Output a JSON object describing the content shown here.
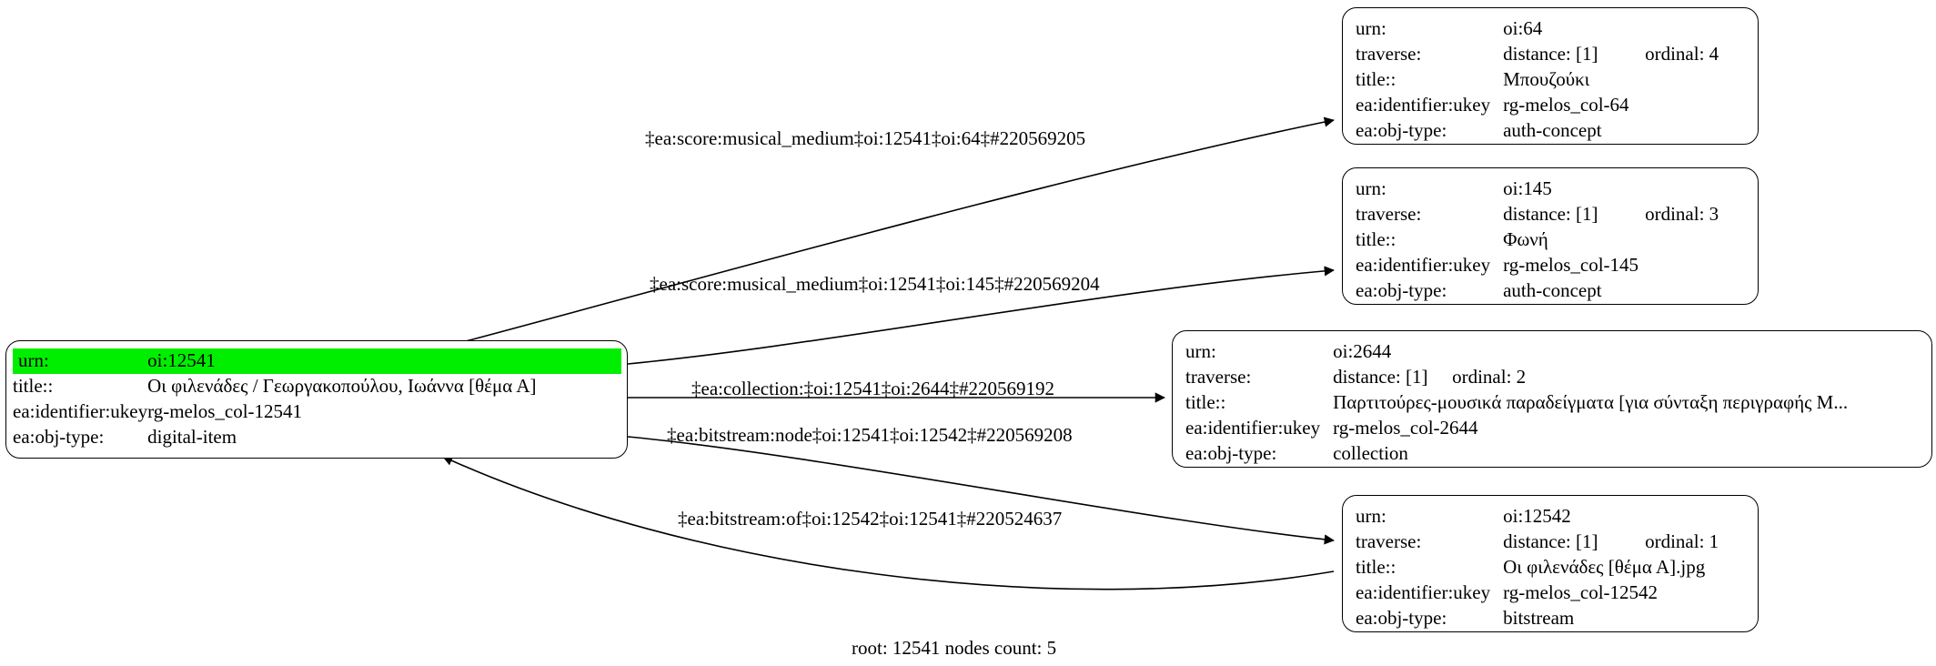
{
  "graph": {
    "caption": "root: 12541 nodes count: 5",
    "highlight_color": "#00ef00",
    "edge_color": "#000000",
    "background": "#ffffff"
  },
  "labels": {
    "urn": "urn:",
    "traverse": "traverse:",
    "title": "title::",
    "ukey": "ea:identifier:ukey",
    "objtype": "ea:obj-type:"
  },
  "nodes": [
    {
      "id": "oi:12541",
      "role": "root",
      "urn": "oi:12541",
      "title": "Οι φιλενάδες / Γεωργακοπούλου, Ιωάννα [θέμα Α]",
      "ukey": "rg-melos_col-12541",
      "objtype": "digital-item"
    },
    {
      "id": "oi:64",
      "role": "leaf",
      "urn": "oi:64",
      "traverse_distance": "distance: [1]",
      "traverse_ordinal": "ordinal: 4",
      "title": "Μπουζούκι",
      "ukey": "rg-melos_col-64",
      "objtype": "auth-concept"
    },
    {
      "id": "oi:145",
      "role": "leaf",
      "urn": "oi:145",
      "traverse_distance": "distance: [1]",
      "traverse_ordinal": "ordinal: 3",
      "title": "Φωνή",
      "ukey": "rg-melos_col-145",
      "objtype": "auth-concept"
    },
    {
      "id": "oi:2644",
      "role": "leaf",
      "urn": "oi:2644",
      "traverse_distance": "distance: [1]",
      "traverse_ordinal": "ordinal: 2",
      "title": "Παρτιτούρες-μουσικά παραδείγματα [για σύνταξη περιγραφής Μ...",
      "ukey": "rg-melos_col-2644",
      "objtype": "collection"
    },
    {
      "id": "oi:12542",
      "role": "leaf",
      "urn": "oi:12542",
      "traverse_distance": "distance: [1]",
      "traverse_ordinal": "ordinal: 1",
      "title": "Οι φιλενάδες [θέμα Α].jpg",
      "ukey": "rg-melos_col-12542",
      "objtype": "bitstream"
    }
  ],
  "edges": [
    {
      "from": "oi:12541",
      "to": "oi:64",
      "label": "‡ea:score:musical_medium‡oi:12541‡oi:64‡#220569205"
    },
    {
      "from": "oi:12541",
      "to": "oi:145",
      "label": "‡ea:score:musical_medium‡oi:12541‡oi:145‡#220569204"
    },
    {
      "from": "oi:12541",
      "to": "oi:2644",
      "label": "‡ea:collection:‡oi:12541‡oi:2644‡#220569192"
    },
    {
      "from": "oi:12541",
      "to": "oi:12542",
      "label": "‡ea:bitstream:node‡oi:12541‡oi:12542‡#220569208"
    },
    {
      "from": "oi:12542",
      "to": "oi:12541",
      "label": "‡ea:bitstream:of‡oi:12542‡oi:12541‡#220524637"
    }
  ]
}
